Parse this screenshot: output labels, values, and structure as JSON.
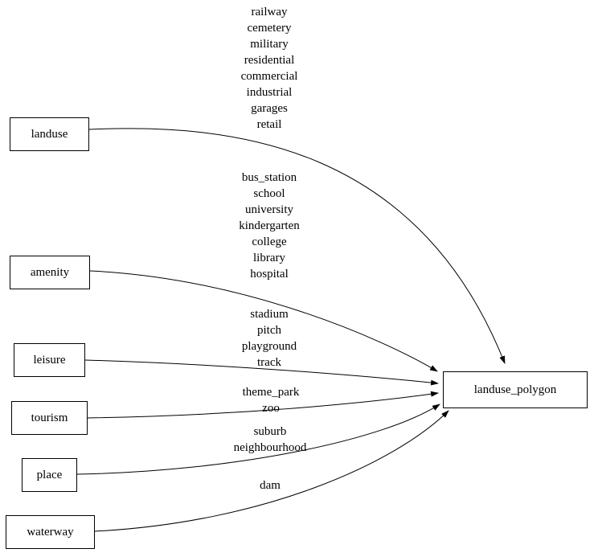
{
  "diagram": {
    "type": "graph",
    "background": "#ffffff",
    "colors": {
      "node_border": "#000000",
      "node_fill": "#ffffff",
      "edge": "#000000",
      "text": "#000000"
    },
    "nodes": {
      "landuse": {
        "label": "landuse"
      },
      "amenity": {
        "label": "amenity"
      },
      "leisure": {
        "label": "leisure"
      },
      "tourism": {
        "label": "tourism"
      },
      "place": {
        "label": "place"
      },
      "waterway": {
        "label": "waterway"
      },
      "landuse_polygon": {
        "label": "landuse_polygon"
      }
    },
    "edges": [
      {
        "from": "landuse",
        "to": "landuse_polygon",
        "label": [
          "railway",
          "cemetery",
          "military",
          "residential",
          "commercial",
          "industrial",
          "garages",
          "retail"
        ]
      },
      {
        "from": "amenity",
        "to": "landuse_polygon",
        "label": [
          "bus_station",
          "school",
          "university",
          "kindergarten",
          "college",
          "library",
          "hospital"
        ]
      },
      {
        "from": "leisure",
        "to": "landuse_polygon",
        "label": [
          "stadium",
          "pitch",
          "playground",
          "track"
        ]
      },
      {
        "from": "tourism",
        "to": "landuse_polygon",
        "label": [
          "theme_park",
          "zoo"
        ]
      },
      {
        "from": "place",
        "to": "landuse_polygon",
        "label": [
          "suburb",
          "neighbourhood"
        ]
      },
      {
        "from": "waterway",
        "to": "landuse_polygon",
        "label": [
          "dam"
        ]
      }
    ]
  }
}
